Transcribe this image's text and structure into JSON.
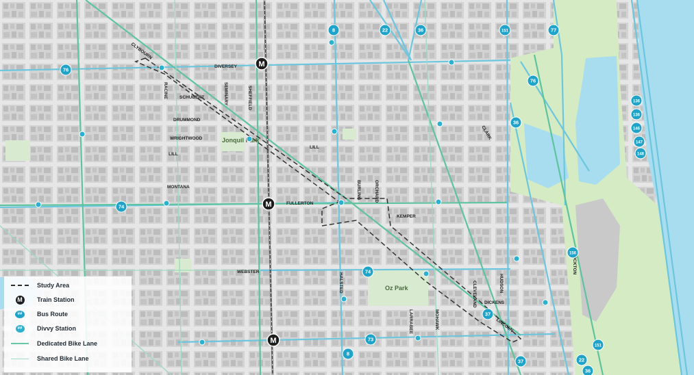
{
  "colors": {
    "background": "#e6e6e6",
    "block": "#d3d3d3",
    "building": "#bdbdbd",
    "park": "#d8ead0",
    "lakefront_park": "#d4ebc4",
    "water": "#a8dcef",
    "bus_route": "#6cc6de",
    "bike_lane": "#5fc39f",
    "rail": "#5b5b5b",
    "study_area": "#333333",
    "marker": "#1fa3c9"
  },
  "parks": {
    "jonquil": "Jonquil Park",
    "oz": "Oz Park"
  },
  "streets": {
    "diversey": "DIVERSEY",
    "schubert": "SCHUBERT",
    "drummond": "DRUMMOND",
    "wrightwood": "WRIGHTWOOD",
    "lill_west": "LILL",
    "lill_east": "LILL",
    "montana": "MONTANA",
    "fullerton": "FULLERTON",
    "kemper": "KEMPER",
    "webster": "WEBSTER",
    "dickens": "DICKENS",
    "clybourn": "CLYBOURN",
    "lincoln": "LINCOLN",
    "racine": "RACINE",
    "sheffield": "SHEFFIELD",
    "seminary": "SEMINARY",
    "halsted": "HALSTED",
    "orchard": "ORCHARD",
    "larrabee": "LARRABEE",
    "burling": "BURLING",
    "mohawk": "MOHAWK",
    "cleveland": "CLEVELAND",
    "hudson": "HUDSON",
    "clark": "CLARK",
    "stockton": "STOCKTON"
  },
  "train_station_glyph": "M",
  "bus_routes": [
    "8",
    "22",
    "36",
    "151",
    "77",
    "76",
    "76",
    "156",
    "74",
    "74",
    "73",
    "8",
    "37",
    "37",
    "151",
    "22",
    "36",
    "156",
    "136",
    "146",
    "147",
    "148"
  ],
  "legend": {
    "study_area": "Study Area",
    "train_station": "Train Station",
    "bus_route": "Bus Route",
    "divvy_station": "Divvy Station",
    "dedicated_bike_lane": "Dedicated Bike Lane",
    "shared_bike_lane": "Shared Bike Lane",
    "bus_symbol_text": "##",
    "divvy_symbol_text": "##"
  }
}
